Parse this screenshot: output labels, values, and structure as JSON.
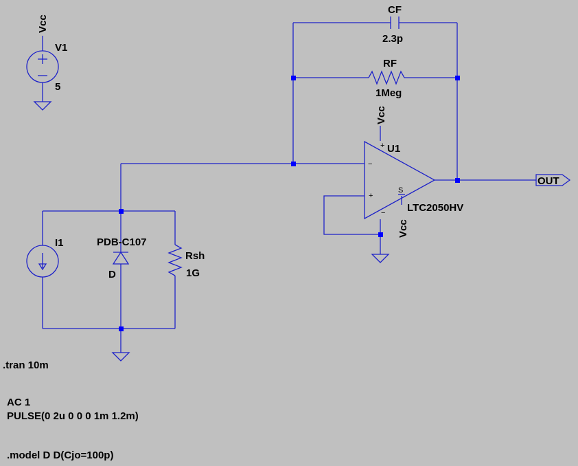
{
  "supply": {
    "net": "Vcc",
    "name": "V1",
    "value": "5"
  },
  "feedback_cap": {
    "name": "CF",
    "value": "2.3p"
  },
  "feedback_res": {
    "name": "RF",
    "value": "1Meg"
  },
  "opamp": {
    "name": "U1",
    "part": "LTC2050HV",
    "vplus_net": "Vcc",
    "vminus_net": "Vcc",
    "pin_minus": "−",
    "pin_plus": "+",
    "pin_vplus": "+",
    "pin_vminus": "−",
    "pin_shdn": "S"
  },
  "output_port": {
    "label": "OUT"
  },
  "current_source": {
    "name": "I1"
  },
  "diode": {
    "part": "PDB-C107",
    "name": "D"
  },
  "shunt_res": {
    "name": "Rsh",
    "value": "1G"
  },
  "directives": {
    "tran": ".tran 10m",
    "ac": "AC 1",
    "pulse": "PULSE(0 2u 0 0 0 1m 1.2m)",
    "model": ".model D D(Cjo=100p)"
  },
  "colors": {
    "background": "#c0c0c0",
    "wire": "#1e22c8",
    "junction": "#0000ff",
    "text": "#000000"
  }
}
